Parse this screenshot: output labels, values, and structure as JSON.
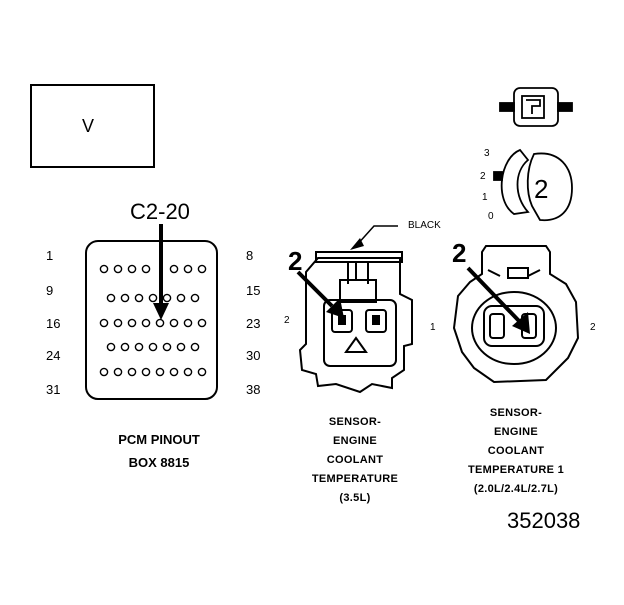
{
  "view_box_label": "V",
  "pcm": {
    "callout": "C2-20",
    "left_pins": [
      "1",
      "9",
      "16",
      "24",
      "31"
    ],
    "right_pins": [
      "8",
      "15",
      "23",
      "30",
      "38"
    ],
    "caption_line1": "PCM PINOUT",
    "caption_line2": "BOX 8815"
  },
  "sensor_35": {
    "callout": "2",
    "wire_label": "BLACK",
    "side_pin": "2",
    "caption": [
      "SENSOR-",
      "ENGINE",
      "COOLANT",
      "TEMPERATURE",
      "(3.5L)"
    ]
  },
  "sensor_1": {
    "callout": "2",
    "left_pin": "1",
    "right_pin": "2",
    "caption": [
      "SENSOR-",
      "ENGINE",
      "COOLANT",
      "TEMPERATURE 1",
      "(2.0L/2.4L/2.7L)"
    ]
  },
  "locator": {
    "numbers": [
      "3",
      "2",
      "1",
      "0"
    ],
    "big_number": "2"
  },
  "figure_number": "352038"
}
